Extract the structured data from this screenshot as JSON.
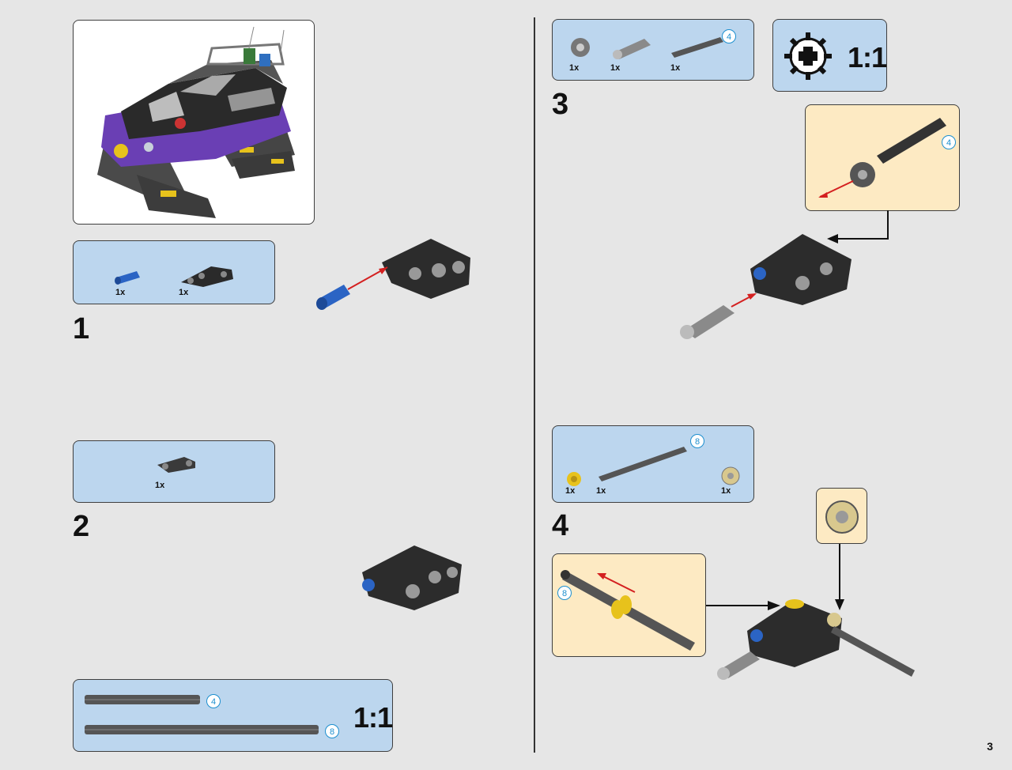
{
  "steps": [
    {
      "number": "1",
      "parts": [
        {
          "qty": "1x",
          "icon": "blue-pin-icon"
        },
        {
          "qty": "1x",
          "icon": "bent-beam-icon"
        }
      ]
    },
    {
      "number": "2",
      "parts": [
        {
          "qty": "1x",
          "icon": "connector-icon"
        }
      ]
    },
    {
      "number": "3",
      "parts": [
        {
          "qty": "1x",
          "icon": "gear-icon"
        },
        {
          "qty": "1x",
          "icon": "universal-joint-icon"
        },
        {
          "qty": "1x",
          "icon": "axle-icon",
          "length": "4"
        }
      ]
    },
    {
      "number": "4",
      "parts": [
        {
          "qty": "1x",
          "icon": "bush-icon"
        },
        {
          "qty": "1x",
          "icon": "axle-icon",
          "length": "8"
        },
        {
          "qty": "1x",
          "icon": "tan-gear-icon"
        }
      ]
    }
  ],
  "scale_reference_bottom": {
    "label": "1:1",
    "axles": [
      {
        "length": "4"
      },
      {
        "length": "8"
      }
    ]
  },
  "scale_reference_top": {
    "label": "1:1"
  },
  "callout_step3_axle_length": "4",
  "callout_step4_axle_length": "8",
  "page_number": "3",
  "colors": {
    "part_box": "#bcd6ee",
    "subassembly_box": "#fdeac3",
    "arrow_red": "#d42020",
    "length_badge": "#1d8fcf"
  }
}
